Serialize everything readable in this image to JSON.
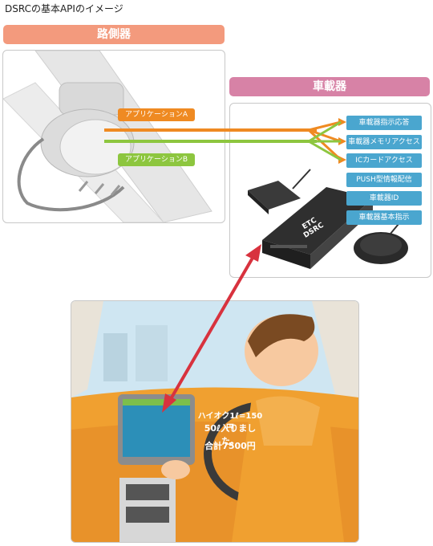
{
  "title": "DSRCの基本APIのイメージ",
  "roadside": {
    "header": "路側器"
  },
  "vehicle": {
    "header": "車載器"
  },
  "apps": {
    "a": "アプリケーションA",
    "b": "アプリケーションB"
  },
  "apis": [
    "車載器指示応答",
    "車載器メモリアクセス",
    "ICカードアクセス",
    "PUSH型情報配信",
    "車載器ID",
    "車載器基本指示"
  ],
  "device_label": {
    "line1": "ETC",
    "line2": "DSRC"
  },
  "screen": {
    "line1": "ハイオク1ℓ=150円",
    "line2": "50ℓ入りました。",
    "total": "合計7500円"
  },
  "colors": {
    "roadside": "#f39a7d",
    "vehicle": "#d782a6",
    "app_a": "#ef8a22",
    "app_b": "#8dc63f",
    "api": "#4aa6cf",
    "link": "#d8323e"
  }
}
